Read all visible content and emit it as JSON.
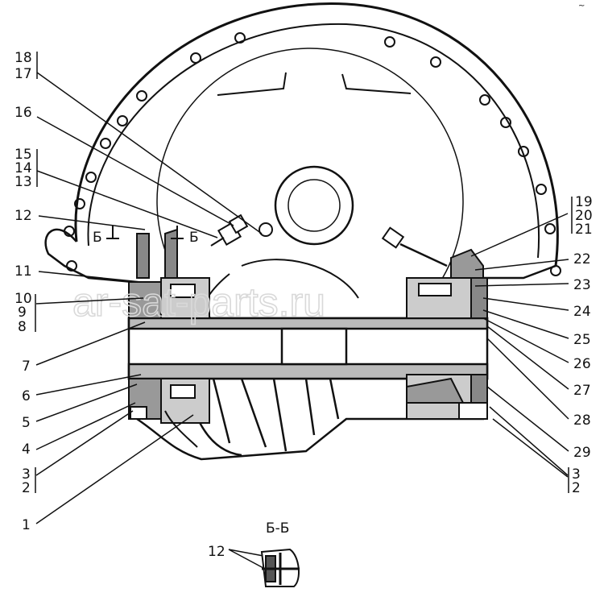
{
  "watermark": "ar-sat-parts.ru",
  "corner_mark": "~",
  "section_title": "Б-Б",
  "section_marker": "Б",
  "callouts": {
    "c18": "18",
    "c17": "17",
    "c16": "16",
    "c15": "15",
    "c14": "14",
    "c13": "13",
    "c12": "12",
    "c11": "11",
    "c10": "10",
    "c9": "9",
    "c8": "8",
    "c7": "7",
    "c6": "6",
    "c5": "5",
    "c4": "4",
    "c3l": "3",
    "c2l": "2",
    "c1": "1",
    "c19": "19",
    "c20": "20",
    "c21": "21",
    "c22": "22",
    "c23": "23",
    "c24": "24",
    "c25": "25",
    "c26": "26",
    "c27": "27",
    "c28": "28",
    "c29": "29",
    "c3r": "3",
    "c2r": "2",
    "c12b": "12"
  }
}
